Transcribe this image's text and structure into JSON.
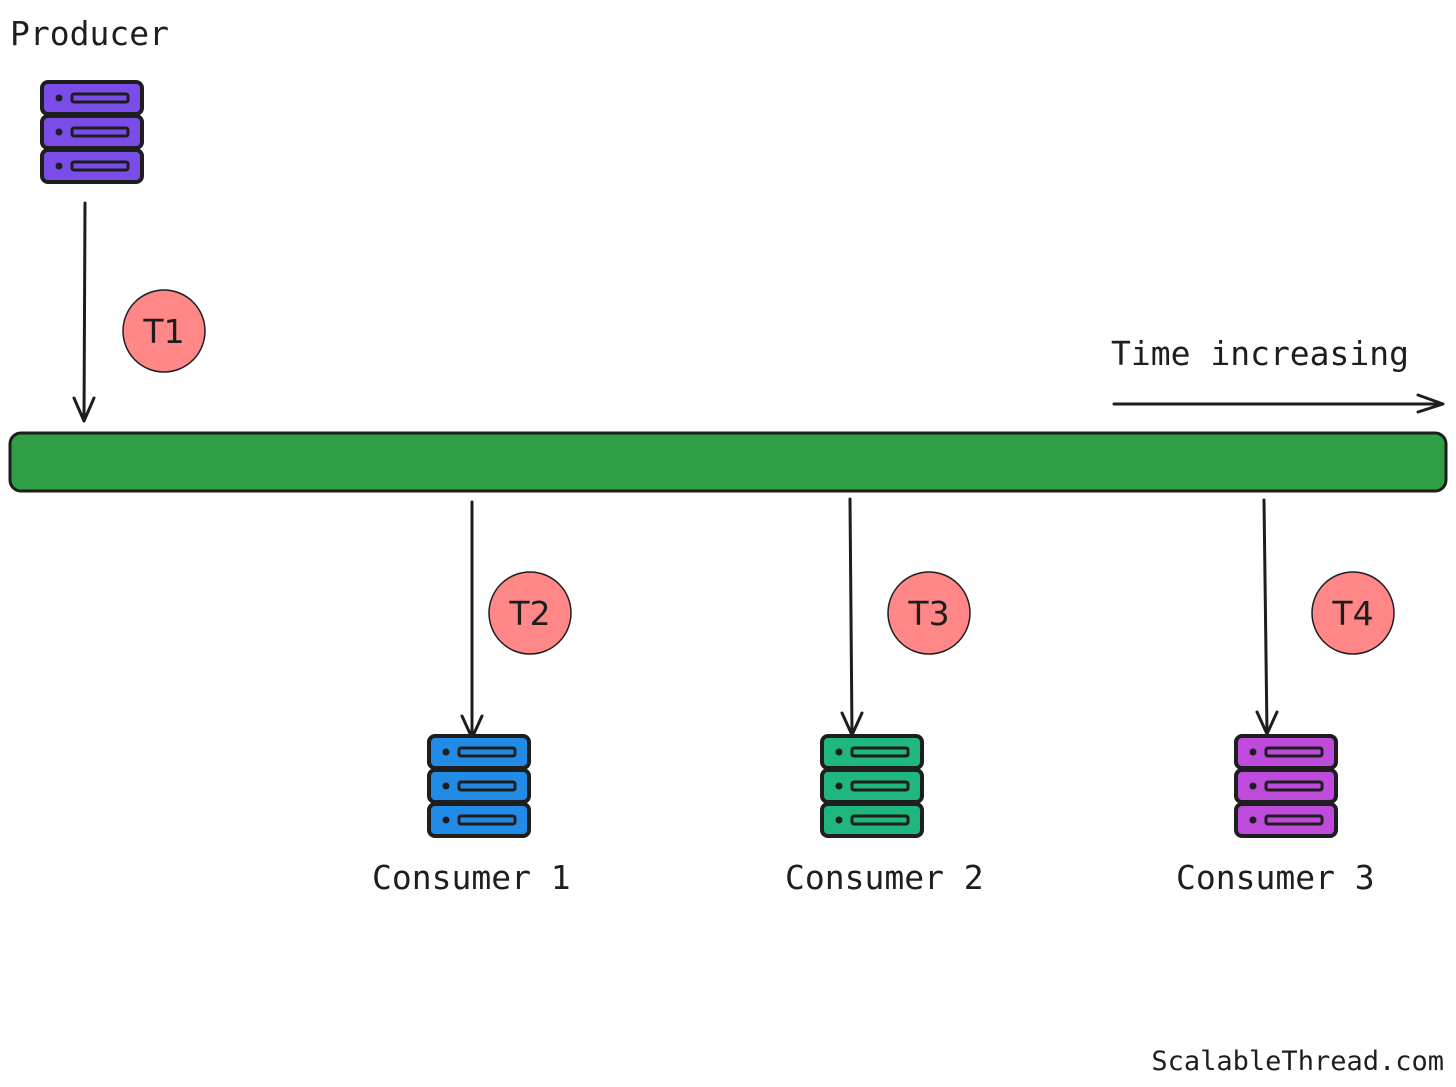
{
  "producer": {
    "label": "Producer",
    "color": "#7a4de8"
  },
  "timeline": {
    "label": "Time increasing",
    "color": "#2f9e44"
  },
  "badges": [
    {
      "label": "T1",
      "color": "#ff8787"
    },
    {
      "label": "T2",
      "color": "#ff8787"
    },
    {
      "label": "T3",
      "color": "#ff8787"
    },
    {
      "label": "T4",
      "color": "#ff8787"
    }
  ],
  "consumers": [
    {
      "label": "Consumer 1",
      "color": "#228be6"
    },
    {
      "label": "Consumer 2",
      "color": "#20b77f"
    },
    {
      "label": "Consumer 3",
      "color": "#be4bdb"
    }
  ],
  "footer": {
    "brand": "ScalableThread.com"
  },
  "icons": {
    "server": "server-icon",
    "arrow": "arrow-down-icon"
  }
}
